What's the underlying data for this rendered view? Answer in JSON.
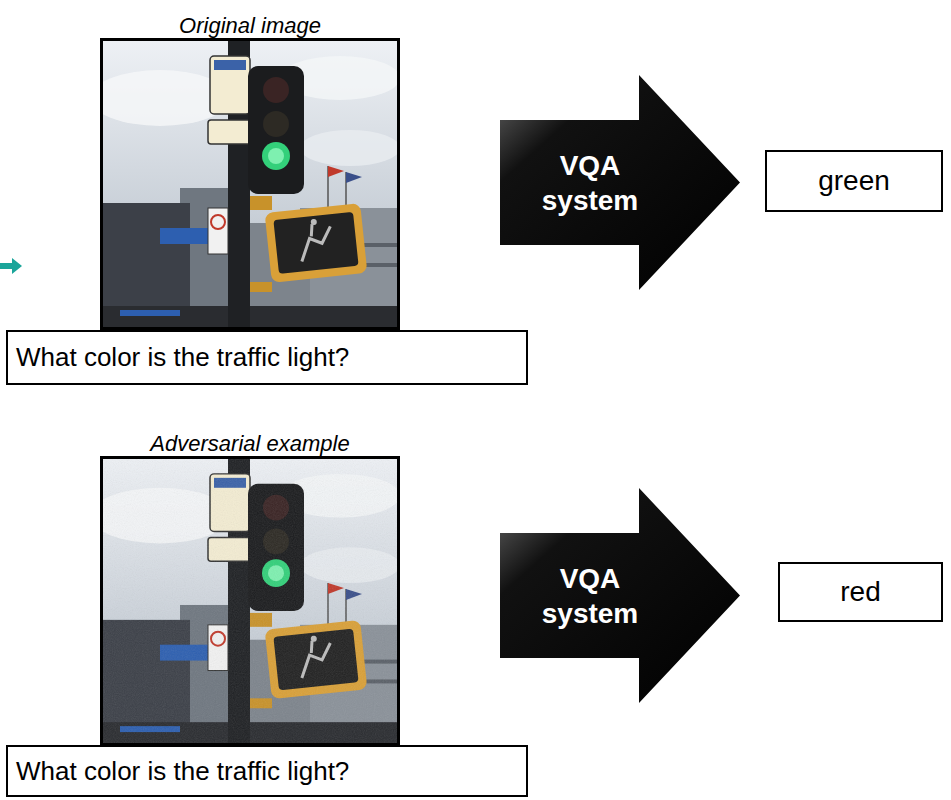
{
  "diagram": {
    "nodes": [
      {
        "text": [
          "Original image"
        ]
      },
      {
        "text": [
          "What color is the traffic light?"
        ]
      },
      {
        "text": [
          "VQA system"
        ]
      },
      {
        "text": [
          "green"
        ]
      },
      {
        "text": [
          "Adversarial example"
        ]
      },
      {
        "text": [
          "What color is the traffic light?"
        ]
      },
      {
        "text": [
          "VQA system"
        ]
      },
      {
        "text": [
          "red"
        ]
      }
    ]
  }
}
